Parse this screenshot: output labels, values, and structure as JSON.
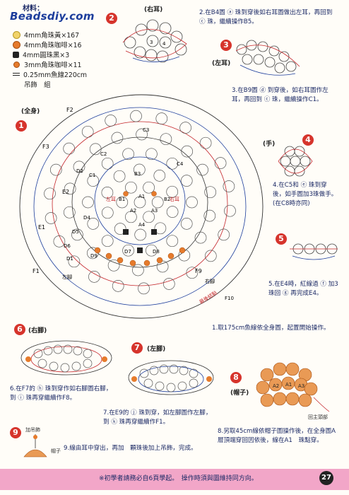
{
  "logo": "Beadsdiy.com",
  "materials": {
    "title": "材料：",
    "items": [
      {
        "text": "4mm角珠黃×167",
        "color": "#f1d36a"
      },
      {
        "text": "4mm角珠咖啡×16",
        "color": "#e67b2c"
      },
      {
        "text": "4mm圓珠黑×3",
        "color": "#222222"
      },
      {
        "text": "3mm角珠咖啡×11",
        "color": "#e67b2c"
      },
      {
        "text": "0.25mm魚線220cm",
        "color": ""
      },
      {
        "text": "吊飾　組",
        "color": ""
      }
    ]
  },
  "steps": {
    "s1": {
      "num": "1",
      "title": "(全身)",
      "text": "1.取175cm魚線依全身圖，起置開始操作。"
    },
    "s2": {
      "num": "2",
      "title": "(右耳)",
      "text": "2.在B4圖 ⓐ 珠到穿後如右耳圖做出左耳，再回到 ⓒ 珠，繼續操作B5。"
    },
    "s3": {
      "num": "3",
      "title": "(左耳)",
      "text": "3.在B9圖 ⓓ 到穿後，如右耳圖作左耳，再回到 ⓒ 珠，繼續操作C1。"
    },
    "s4": {
      "num": "4",
      "title": "(手)",
      "text": "4.在C5和 ⓔ 珠到穿後，如手圖加3珠做手。(在C8時亦同)"
    },
    "s5": {
      "num": "5",
      "title": "",
      "text": "5.在E4時，紅線過 ⓕ 加3珠回 ⓖ 再完成E4。"
    },
    "s6": {
      "num": "6",
      "title": "(右腳)",
      "text": "6.在F7的 ⓗ 珠到穿作如右腳圖右腳，到 ⓘ 珠再穿繼續作F8。"
    },
    "s7": {
      "num": "7",
      "title": "(左腳)",
      "text": "7.在E9的 ⓙ 珠到穿，如左腳圖作左腳，到 ⓚ 珠再穿繼續作F1。"
    },
    "s8": {
      "num": "8",
      "title": "(帽子)",
      "text": "8.另取45cm線依帽子圖操作後，在全身圖A層頂端穿回因依後，線在A1　珠點穿。"
    },
    "s9": {
      "num": "9",
      "title": "",
      "text": "9.線由耳中穿出，再加　顆珠後加上吊飾，完成。"
    }
  },
  "diagram_labels": {
    "rows": [
      "F2",
      "F3",
      "E1",
      "E2",
      "D1",
      "D2",
      "D4",
      "D5",
      "D6",
      "D7",
      "D8",
      "D9",
      "C1",
      "C2",
      "C3",
      "C4",
      "A1",
      "A2",
      "A3",
      "A4",
      "B1",
      "B2",
      "B3",
      "F1",
      "F9",
      "F10"
    ],
    "tail_label": "最後結點",
    "left_foot": "左腳",
    "right_foot": "右腳",
    "ear_left": "左耳",
    "ear_right": "右耳",
    "hat_note": "回主頭部",
    "charm_label": "加吊飾",
    "cap_label": "帽子"
  },
  "footer": {
    "text": "※初學者請務必自6頁學起。　操作時須與圖維持同方向。",
    "page": "27"
  }
}
